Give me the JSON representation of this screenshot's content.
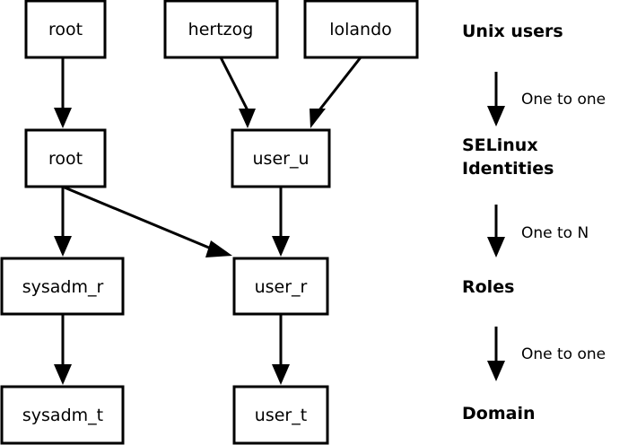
{
  "nodes": {
    "root_user": "root",
    "hertzog": "hertzog",
    "lolando": "lolando",
    "root_identity": "root",
    "user_u": "user_u",
    "sysadm_r": "sysadm_r",
    "user_r": "user_r",
    "sysadm_t": "sysadm_t",
    "user_t": "user_t"
  },
  "levels": {
    "unix_users": "Unix users",
    "selinux_line1": "SELinux",
    "selinux_line2": "Identities",
    "roles": "Roles",
    "domain": "Domain"
  },
  "relations": {
    "users_to_identities": "One to one",
    "identities_to_roles": "One to N",
    "roles_to_domain": "One to one"
  },
  "edges": [
    {
      "from": "root_user",
      "to": "root_identity"
    },
    {
      "from": "hertzog",
      "to": "user_u"
    },
    {
      "from": "lolando",
      "to": "user_u"
    },
    {
      "from": "root_identity",
      "to": "sysadm_r"
    },
    {
      "from": "root_identity",
      "to": "user_r"
    },
    {
      "from": "user_u",
      "to": "user_r"
    },
    {
      "from": "sysadm_r",
      "to": "sysadm_t"
    },
    {
      "from": "user_r",
      "to": "user_t"
    }
  ]
}
